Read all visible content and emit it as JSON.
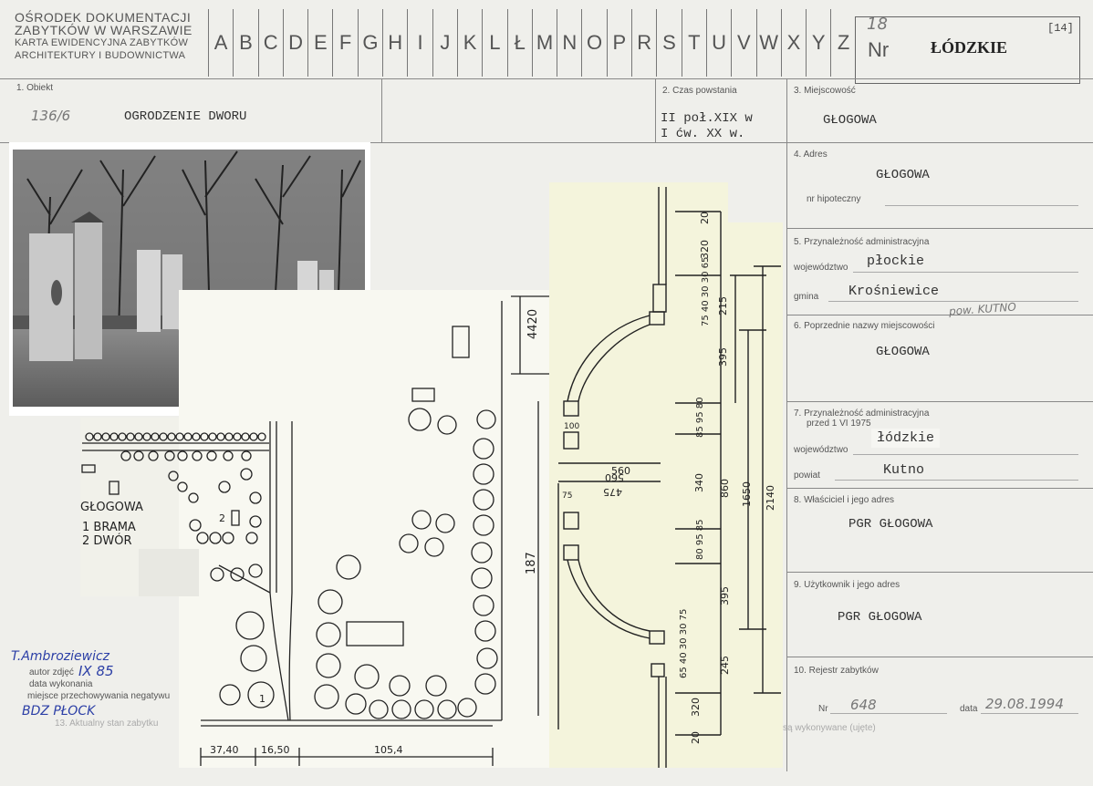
{
  "header": {
    "org_line1": "Ośrodek Dokumentacji",
    "org_line2": "Zabytków w Warszawie",
    "org_line3": "Karta Ewidencyjna Zabytków",
    "org_line4": "Architektury i Budownictwa",
    "letters": [
      "A",
      "B",
      "C",
      "D",
      "E",
      "F",
      "G",
      "H",
      "I",
      "J",
      "K",
      "L",
      "Ł",
      "M",
      "N",
      "O",
      "P",
      "R",
      "S",
      "T",
      "U",
      "V",
      "W",
      "X",
      "Y",
      "Z"
    ],
    "nr_label": "Nr",
    "nr_value": "18",
    "region": "ŁÓDZKIE",
    "corner_code": "[14]"
  },
  "fields": {
    "obiekt_label": "1. Obiekt",
    "obiekt_number": "136/6",
    "obiekt_value": "OGRODZENIE DWORU",
    "czas_label": "2. Czas powstania",
    "czas_value_1": "II poł.XIX w",
    "czas_value_2": "I ćw. XX w.",
    "miejscowosc_label": "3. Miejscowość",
    "miejscowosc_value": "GŁOGOWA",
    "adres_label": "4. Adres",
    "adres_value": "GŁOGOWA",
    "nr_hip_label": "nr hipoteczny",
    "przyn_label": "5. Przynależność administracyjna",
    "woj_label": "województwo",
    "woj_value": "płockie",
    "gmina_label": "gmina",
    "gmina_value": "Krośniewice",
    "pow_note": "pow. KUTNO",
    "poprz_label": "6. Poprzednie nazwy miejscowości",
    "poprz_value": "GŁOGOWA",
    "przyn75_label_1": "7. Przynależność administracyjna",
    "przyn75_label_2": "przed 1 VI 1975",
    "woj75_label": "województwo",
    "woj75_value": "łódzkie",
    "powiat_label": "powiat",
    "powiat_value": "Kutno",
    "wlasciciel_label": "8. Właściciel i jego adres",
    "wlasciciel_value": "PGR GŁOGOWA",
    "uzytkownik_label": "9. Użytkownik i jego adres",
    "uzytkownik_value": "PGR GŁOGOWA",
    "rejestr_label": "10. Rejestr zabytków",
    "rejestr_nr_label": "Nr",
    "rejestr_nr_value": "648",
    "rejestr_data_label": "data",
    "rejestr_data_value": "29.08.1994"
  },
  "photo_meta": {
    "autor_sign": "T.Ambroziewicz",
    "autor_label": "autor zdjęć",
    "data_value": "IX 85",
    "data_label": "data wykonania",
    "miejsce_label": "miejsce przechowywania negatywu",
    "miejsce_value": "BDZ PŁOCK"
  },
  "map": {
    "place": "GŁOGOWA",
    "legend_1": "1 BRAMA",
    "legend_2": "2 DWÓR",
    "num_1": "1",
    "num_2": "2",
    "dim_top": "4420",
    "dim_side": "187",
    "dim_b1": "37,40",
    "dim_b2": "16,50",
    "dim_b3": "105,4"
  },
  "drawing": {
    "d_560": "560",
    "d_560b": "560",
    "d_475": "475",
    "d_100": "100",
    "d_75": "75",
    "d_20a": "20",
    "d_320a": "320",
    "d_stack1": "75 40 30 30 65",
    "d_215": "215",
    "d_395a": "395",
    "d_stack2": "85 95 80",
    "d_340": "340",
    "d_860": "860",
    "d_1650": "1650",
    "d_2140": "2140",
    "d_stack3": "80 95 85",
    "d_395b": "395",
    "d_stack4": "65 40 30 30 75",
    "d_245": "245",
    "d_320b": "320",
    "d_20b": "20"
  },
  "bottom_hidden_1": "13. Aktualny stan zabytku",
  "bottom_hidden_2": "są wykonywane (ujęte)"
}
